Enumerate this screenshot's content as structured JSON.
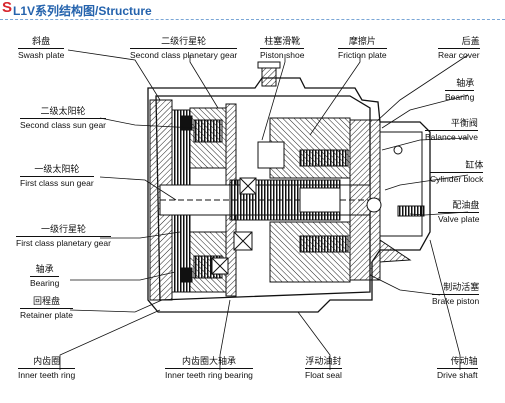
{
  "header": {
    "letter": "S",
    "title": "L1V系列结构图/Structure"
  },
  "labels": {
    "swash_plate": {
      "zh": "斜盘",
      "en": "Swash plate"
    },
    "second_planetary": {
      "zh": "二级行星轮",
      "en": "Second class planetary gear"
    },
    "piston_shoe": {
      "zh": "柱塞滑靴",
      "en": "Piston shoe"
    },
    "friction_plate": {
      "zh": "摩擦片",
      "en": "Friction plate"
    },
    "rear_cover": {
      "zh": "后盖",
      "en": "Rear cover"
    },
    "second_sun": {
      "zh": "二级太阳轮",
      "en": "Second class sun gear"
    },
    "bearing_right": {
      "zh": "轴承",
      "en": "Bearing"
    },
    "balance_valve": {
      "zh": "平衡阀",
      "en": "Balance valve"
    },
    "first_sun": {
      "zh": "一级太阳轮",
      "en": "First class sun gear"
    },
    "cylinder_block": {
      "zh": "缸体",
      "en": "Cylinder block"
    },
    "valve_plate": {
      "zh": "配油盘",
      "en": "Valve plate"
    },
    "first_planetary": {
      "zh": "一级行星轮",
      "en": "First class planetary gear"
    },
    "bearing_left": {
      "zh": "轴承",
      "en": "Bearing"
    },
    "retainer_plate": {
      "zh": "回程盘",
      "en": "Retainer plate"
    },
    "brake_piston": {
      "zh": "制动活塞",
      "en": "Brake piston"
    },
    "inner_teeth_ring": {
      "zh": "内齿圈",
      "en": "Inner teeth ring"
    },
    "inner_ring_bearing": {
      "zh": "内齿圈大轴承",
      "en": "Inner teeth ring bearing"
    },
    "float_seal": {
      "zh": "浮动油封",
      "en": "Float seal"
    },
    "drive_shaft": {
      "zh": "传动轴",
      "en": "Drive shaft"
    }
  },
  "colors": {
    "title_red": "#d8262e",
    "title_blue": "#2563ad",
    "line": "#111111",
    "hatch": "#222222"
  }
}
